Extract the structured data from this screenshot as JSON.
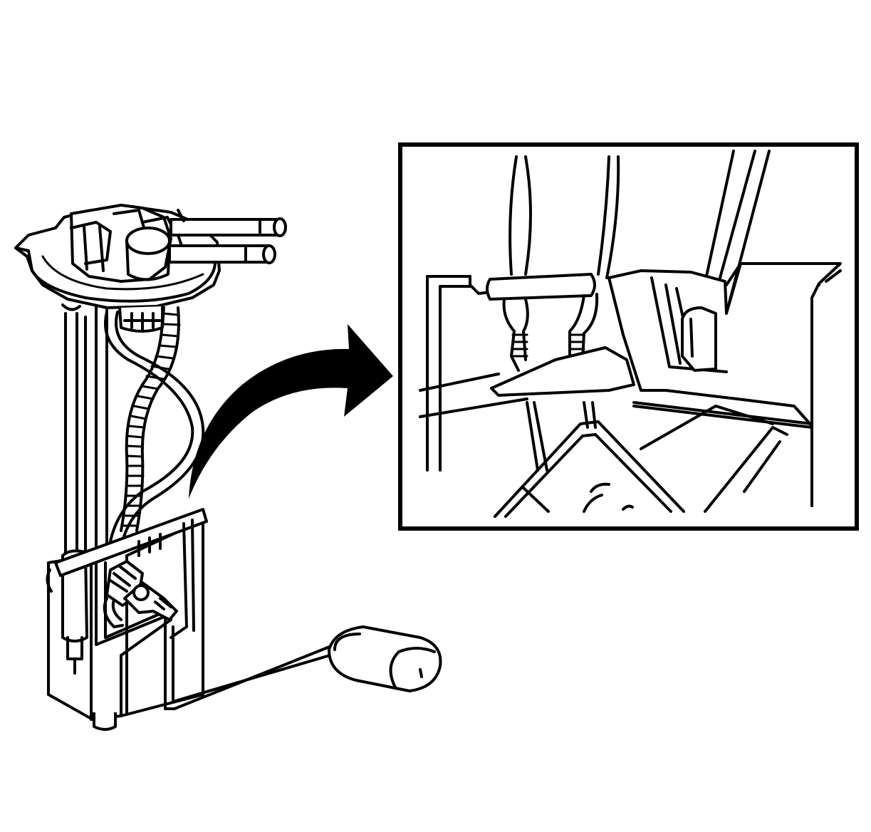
{
  "figure": {
    "background": "#ffffff",
    "line_color": "#000000",
    "elements": {
      "assembly": "fuel-pump-module-assembly",
      "arrow": "callout-arrow",
      "inset": "detail-inset-view"
    }
  }
}
